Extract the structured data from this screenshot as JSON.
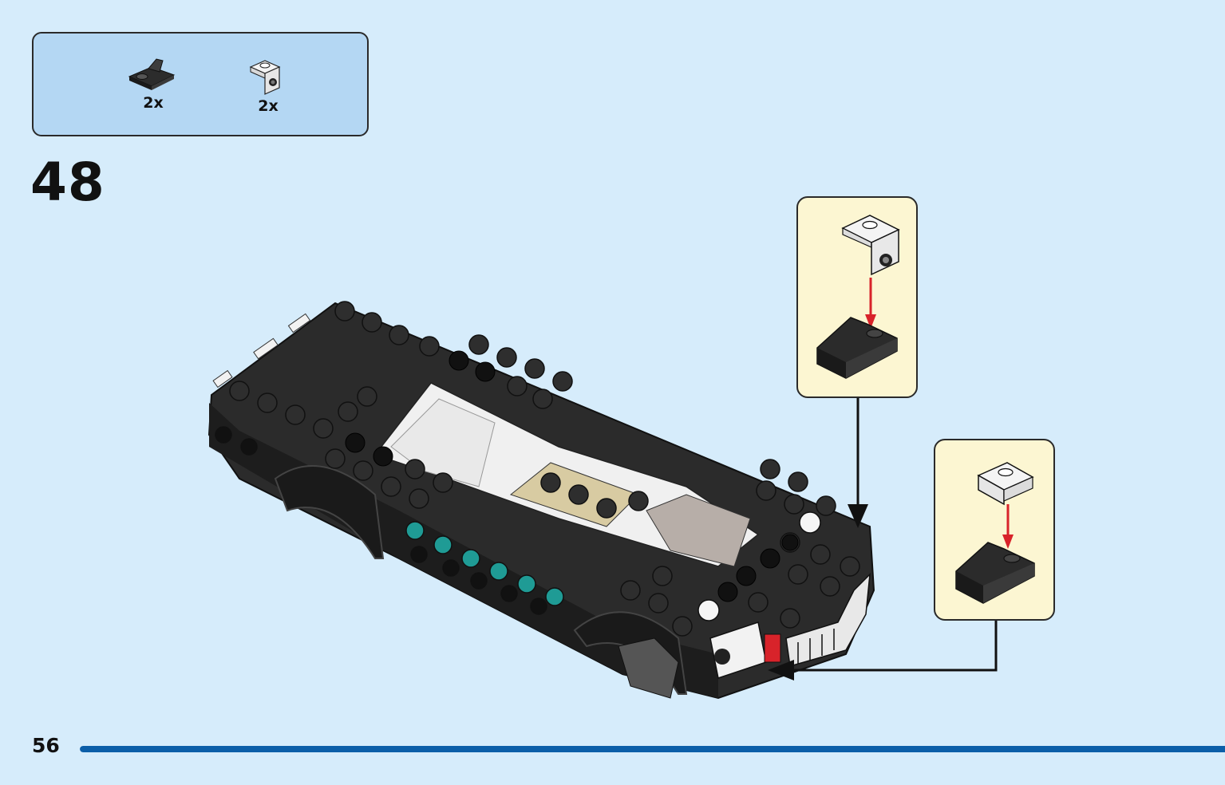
{
  "parts_list": [
    {
      "icon": "black-slope-bracket-icon",
      "quantity": "2x"
    },
    {
      "icon": "white-bracket-icon",
      "quantity": "2x"
    }
  ],
  "step_number": "48",
  "page_number": "56",
  "progress": 1.0,
  "colors": {
    "page_background": "#d6ecfb",
    "parts_box": "#b4d7f3",
    "callout_background": "#fcf6d2",
    "progress_bar": "#0b5ea8",
    "arrow_red": "#d8232a"
  }
}
